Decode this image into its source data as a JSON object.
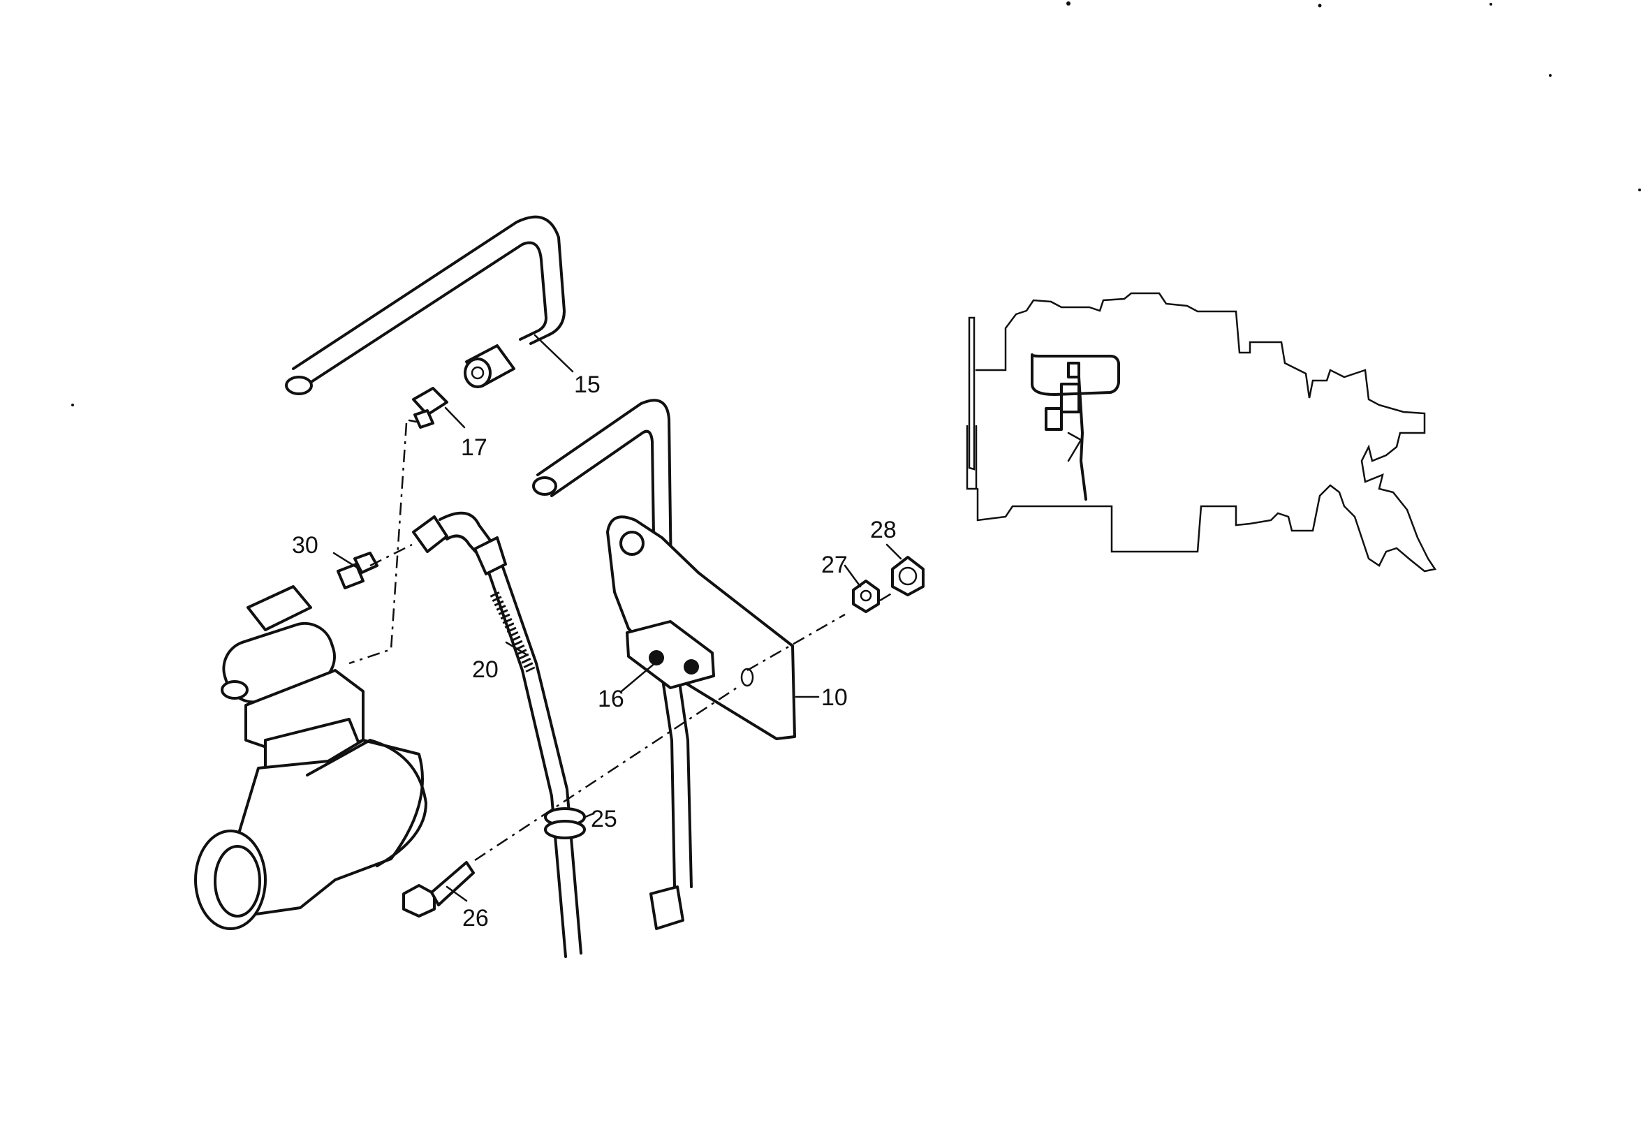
{
  "callouts": [
    {
      "id": "c15",
      "text": "15"
    },
    {
      "id": "c17",
      "text": "17"
    },
    {
      "id": "c30",
      "text": "30"
    },
    {
      "id": "c20",
      "text": "20"
    },
    {
      "id": "c16",
      "text": "16"
    },
    {
      "id": "c10",
      "text": "10"
    },
    {
      "id": "c27",
      "text": "27"
    },
    {
      "id": "c28",
      "text": "28"
    },
    {
      "id": "c25",
      "text": "25"
    },
    {
      "id": "c26",
      "text": "26"
    }
  ]
}
